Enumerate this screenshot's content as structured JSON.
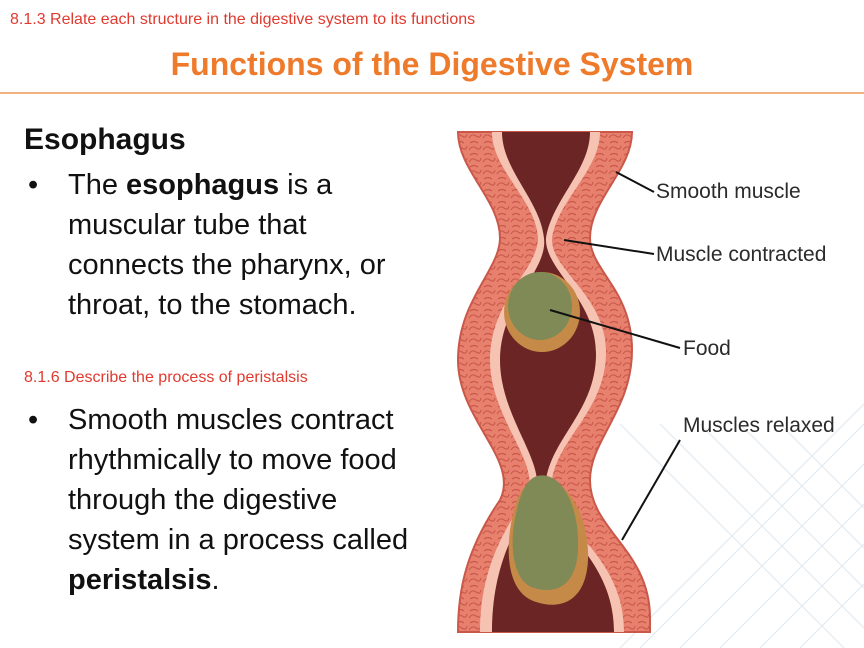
{
  "standards": {
    "relate": "8.1.3 Relate each structure in the digestive system to its functions",
    "peristalsis": "8.1.6 Describe the process of peristalsis"
  },
  "slide": {
    "title": "Functions of the Digestive System",
    "heading": "Esophagus"
  },
  "bullets": [
    {
      "pre": "The ",
      "bold": "esophagus",
      "post": " is a muscular tube that connects the pharynx, or throat, to the stomach."
    },
    {
      "pre": "Smooth muscles contract rhythmically to move food through the digestive system in a process called ",
      "bold": "peristalsis",
      "post": "."
    }
  ],
  "figure": {
    "labels": {
      "smooth_muscle": "Smooth muscle",
      "muscle_contracted": "Muscle contracted",
      "food": "Food",
      "muscles_relaxed": "Muscles relaxed"
    },
    "icon": "esophagus-peristalsis-illustration"
  },
  "colors": {
    "standard_text": "#e03a2f",
    "title": "#ee7a2b",
    "muscle": "#e8806e",
    "muscle_dark": "#c9584a",
    "lining": "#f6c3b3",
    "lumen": "#6b2524",
    "food": "#7f8a56",
    "food_edge": "#c68a48"
  }
}
